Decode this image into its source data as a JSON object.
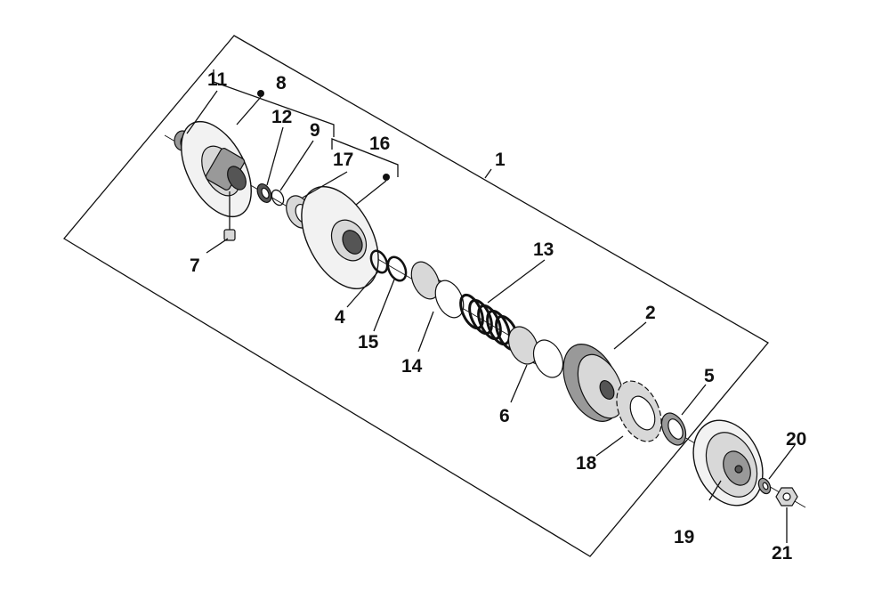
{
  "diagram": {
    "labels": [
      {
        "id": "1",
        "text": "1"
      },
      {
        "id": "2",
        "text": "2"
      },
      {
        "id": "4",
        "text": "4"
      },
      {
        "id": "5",
        "text": "5"
      },
      {
        "id": "6",
        "text": "6"
      },
      {
        "id": "7",
        "text": "7"
      },
      {
        "id": "8",
        "text": "8"
      },
      {
        "id": "9",
        "text": "9"
      },
      {
        "id": "11",
        "text": "11"
      },
      {
        "id": "12",
        "text": "12"
      },
      {
        "id": "13",
        "text": "13"
      },
      {
        "id": "14",
        "text": "14"
      },
      {
        "id": "15",
        "text": "15"
      },
      {
        "id": "16",
        "text": "16"
      },
      {
        "id": "17",
        "text": "17"
      },
      {
        "id": "18",
        "text": "18"
      },
      {
        "id": "19",
        "text": "19"
      },
      {
        "id": "20",
        "text": "20"
      },
      {
        "id": "21",
        "text": "21"
      }
    ]
  }
}
